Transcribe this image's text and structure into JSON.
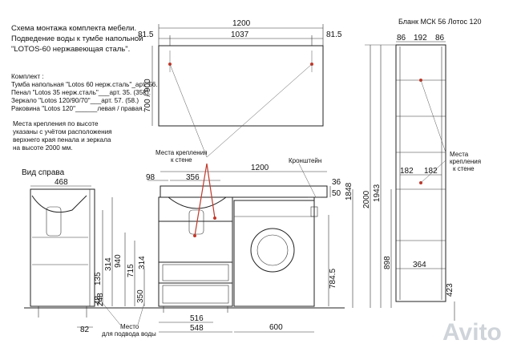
{
  "header": {
    "title_lines": [
      "Схема монтажа комплекта мебели.",
      "Подведение воды к тумбе напольной",
      "\"LOTOS-60 нержавеющая сталь\"."
    ],
    "blank_title": "Бланк МСК 56 Лотос 120"
  },
  "kit": {
    "heading": "Комплект :",
    "items": [
      "Тумба напольная \"Lotos 60 нерж.сталь\"_арт. 56.",
      "Пенал \"Lotos 35 нерж.сталь\"___арт. 35. (35К).",
      "Зеркало \"Lotos 120/90/70\"___арт. 57. (58.)",
      "Раковина \"Lotos 120\"______левая / правая."
    ]
  },
  "mounting_note": [
    "Места крепления по высоте",
    "указаны с учётом расположения",
    "верхнего края пенала и зеркала",
    "на высоте 2000 мм."
  ],
  "labels": {
    "side_view": "Вид справа",
    "mount_points_1": "Места крепления",
    "mount_points_2": "к стене",
    "bracket": "Кронштейн",
    "water_1": "Место",
    "water_2": "для подвода воды",
    "mount_pencil_1": "Места",
    "mount_pencil_2": "крепления",
    "mount_pencil_3": "к стене"
  },
  "dimensions": {
    "mirror_width": "1200",
    "mirror_left_offset": "81.5",
    "mirror_inner": "1037",
    "mirror_right_offset": "81.5",
    "mirror_height": "700 / 900",
    "pencil_left": "86",
    "pencil_mid": "192",
    "pencil_right": "86",
    "pencil_lower_left": "182",
    "pencil_lower_right": "182",
    "pencil_width": "364",
    "pencil_bottom": "423",
    "height_2000": "2000",
    "height_1943": "1943",
    "height_1848": "1848",
    "height_898": "898",
    "side_depth": "468",
    "side_48": "48",
    "side_135": "135",
    "side_82": "82",
    "front_98": "98",
    "front_356": "356",
    "front_1200": "1200",
    "front_314a": "314",
    "front_940": "940",
    "front_715": "715",
    "front_314b": "314",
    "front_350": "350",
    "front_248": "248",
    "front_516": "516",
    "front_548": "548",
    "front_600": "600",
    "right_36": "36",
    "right_50": "50",
    "right_7845": "784.5"
  },
  "watermark": "Avito"
}
